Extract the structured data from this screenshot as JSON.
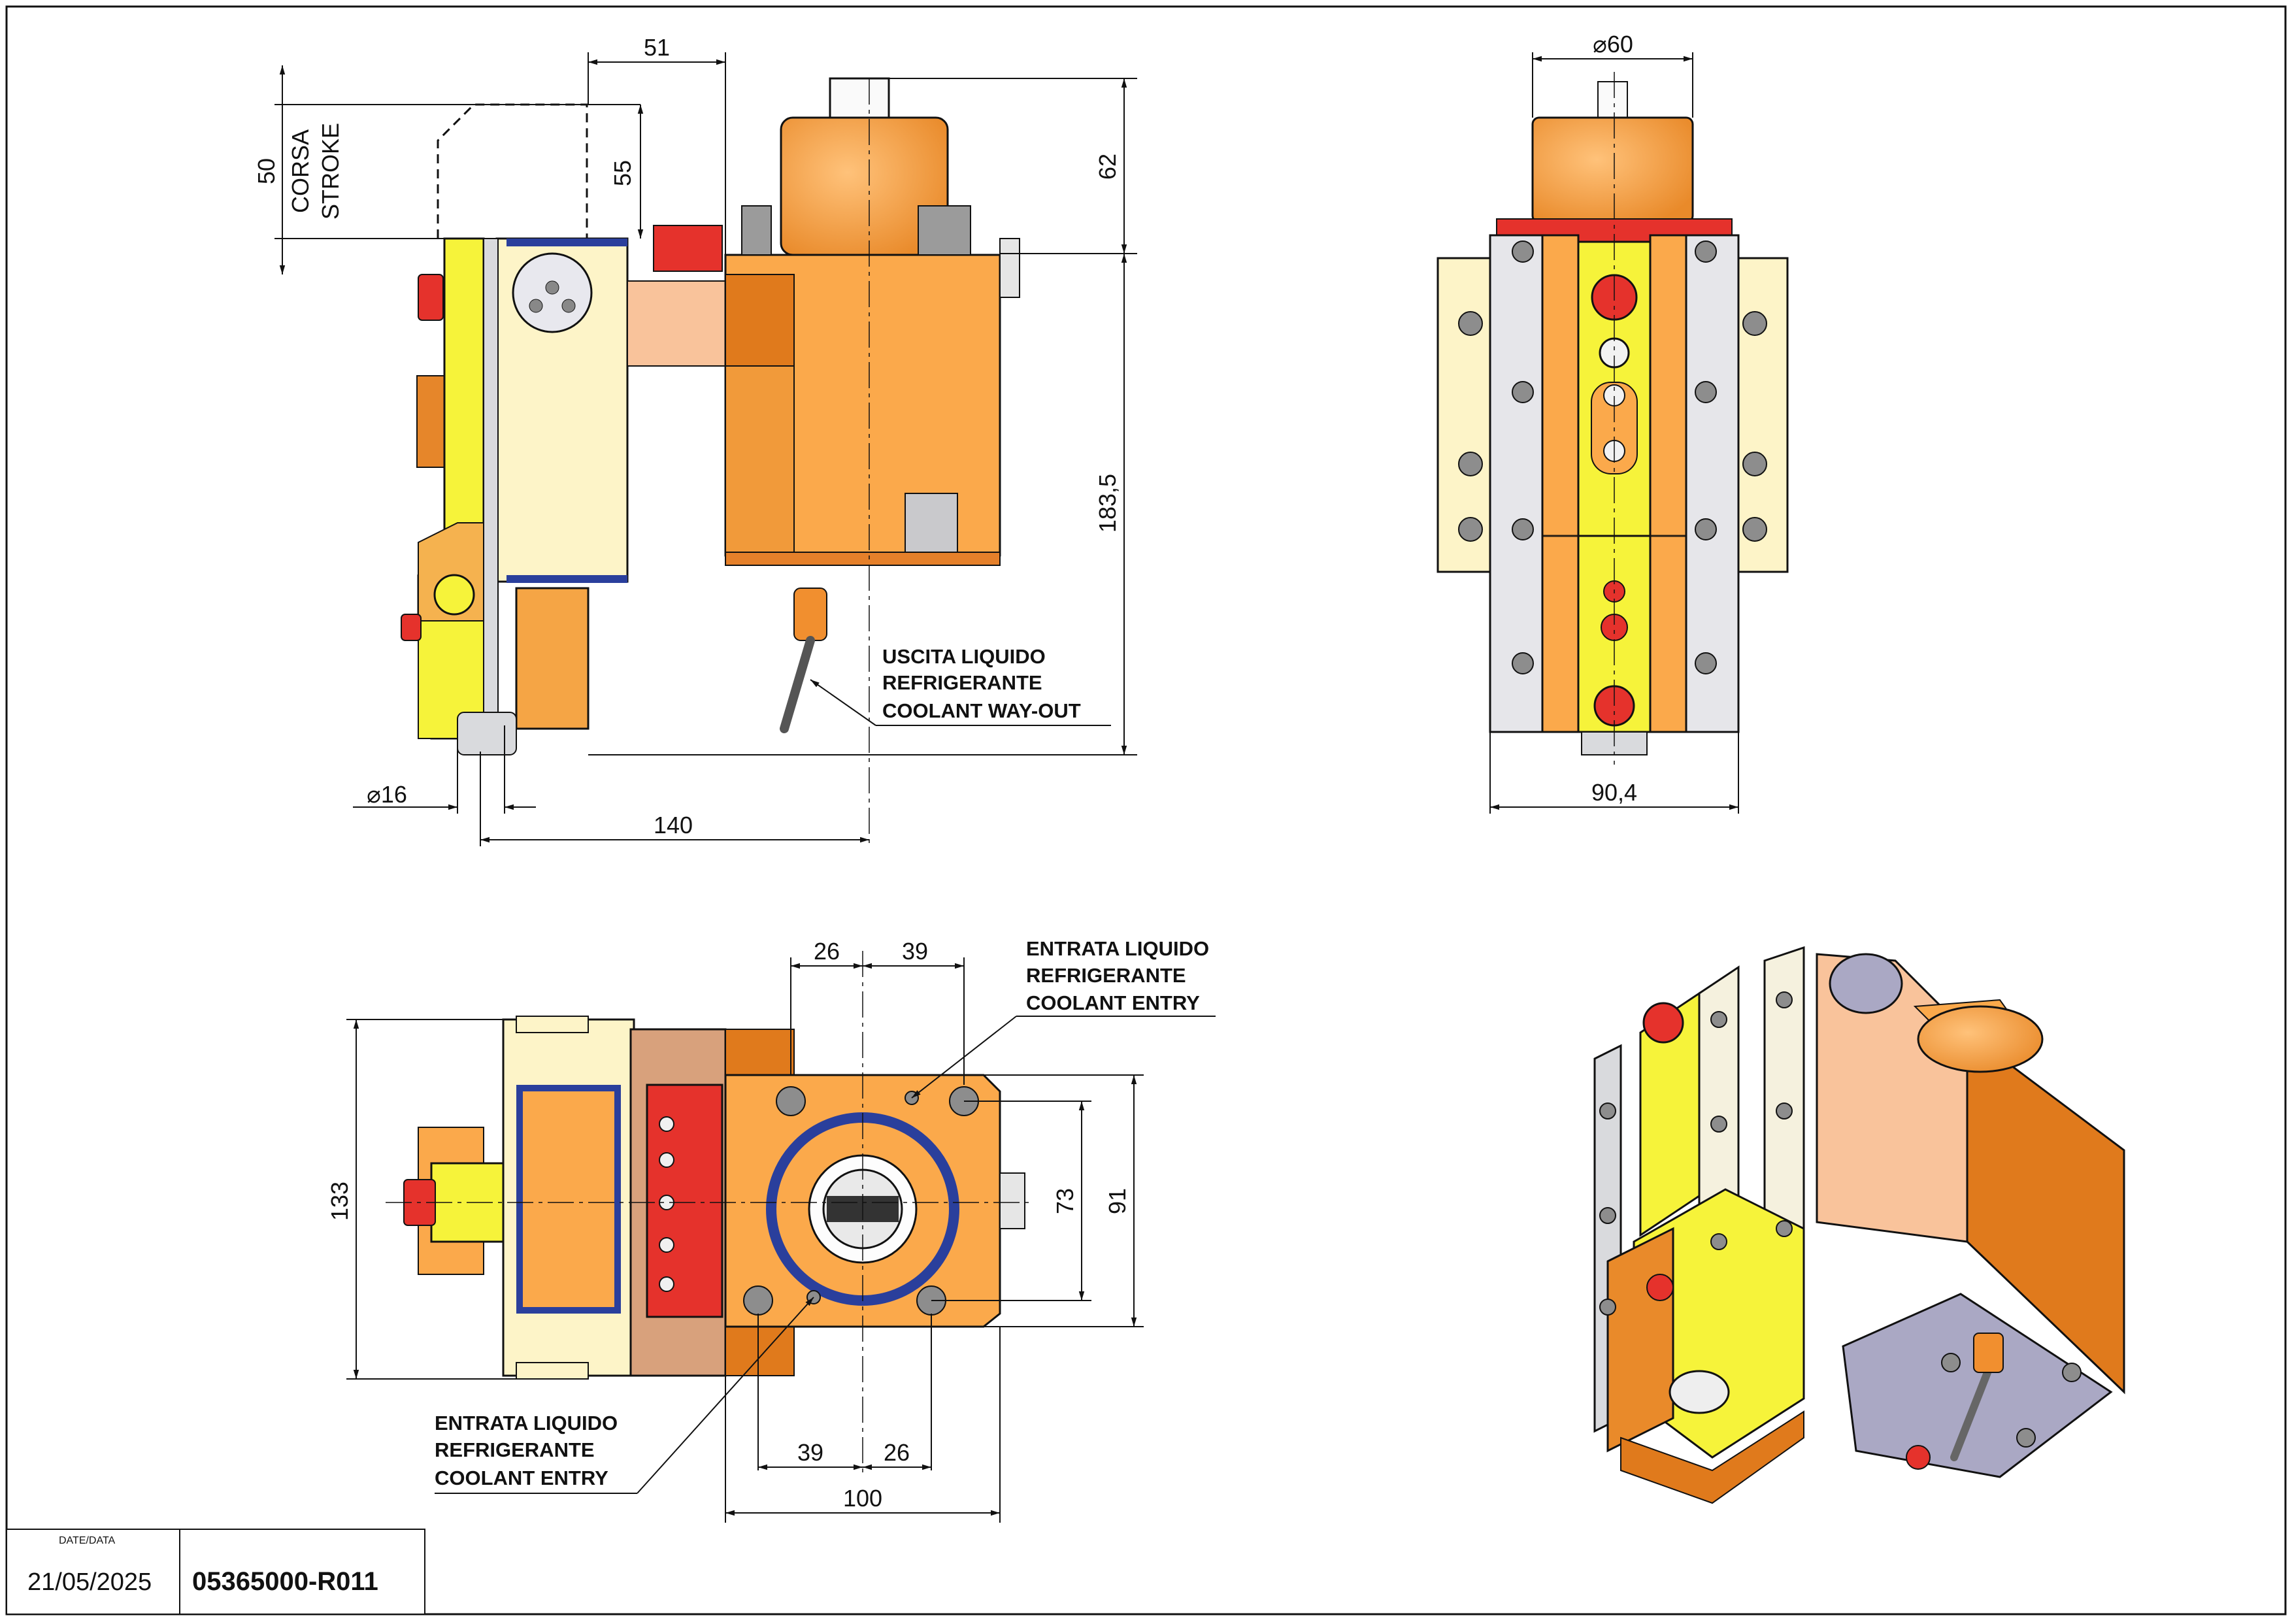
{
  "colors": {
    "orange": "#fba94b",
    "dark_orange": "#e07a1c",
    "light_yellow": "#fdf4c8",
    "yellow": "#f6f33a",
    "peach": "#f9c39b",
    "red": "#e5322c",
    "blue": "#2a3f9c",
    "grey": "#d9dadd",
    "slate": "#aaa8c4",
    "line": "#111111"
  },
  "side_view": {
    "dims": {
      "top_offset": "51",
      "stroke_value": "50",
      "stroke_it": "CORSA",
      "stroke_en": "STROKE",
      "height_small": "55",
      "motor_height": "62",
      "body_height": "183,5",
      "diameter": "⌀16",
      "length": "140"
    },
    "coolant_out": [
      "USCITA LIQUIDO",
      "REFRIGERANTE",
      "COOLANT WAY-OUT"
    ]
  },
  "front_view": {
    "dims": {
      "diameter_top": "⌀60",
      "width": "90,4"
    }
  },
  "top_view": {
    "dims": {
      "d26_top": "26",
      "d39_top": "39",
      "d133": "133",
      "d73": "73",
      "d91": "91",
      "d39_bottom": "39",
      "d26_bottom": "26",
      "d100": "100"
    },
    "coolant_entry_top": [
      "ENTRATA LIQUIDO",
      "REFRIGERANTE",
      "COOLANT ENTRY"
    ],
    "coolant_entry_bottom": [
      "ENTRATA LIQUIDO",
      "REFRIGERANTE",
      "COOLANT ENTRY"
    ]
  },
  "title_block": {
    "date_label": "DATE/DATA",
    "date": "21/05/2025",
    "drawing_code": "05365000-R011"
  }
}
